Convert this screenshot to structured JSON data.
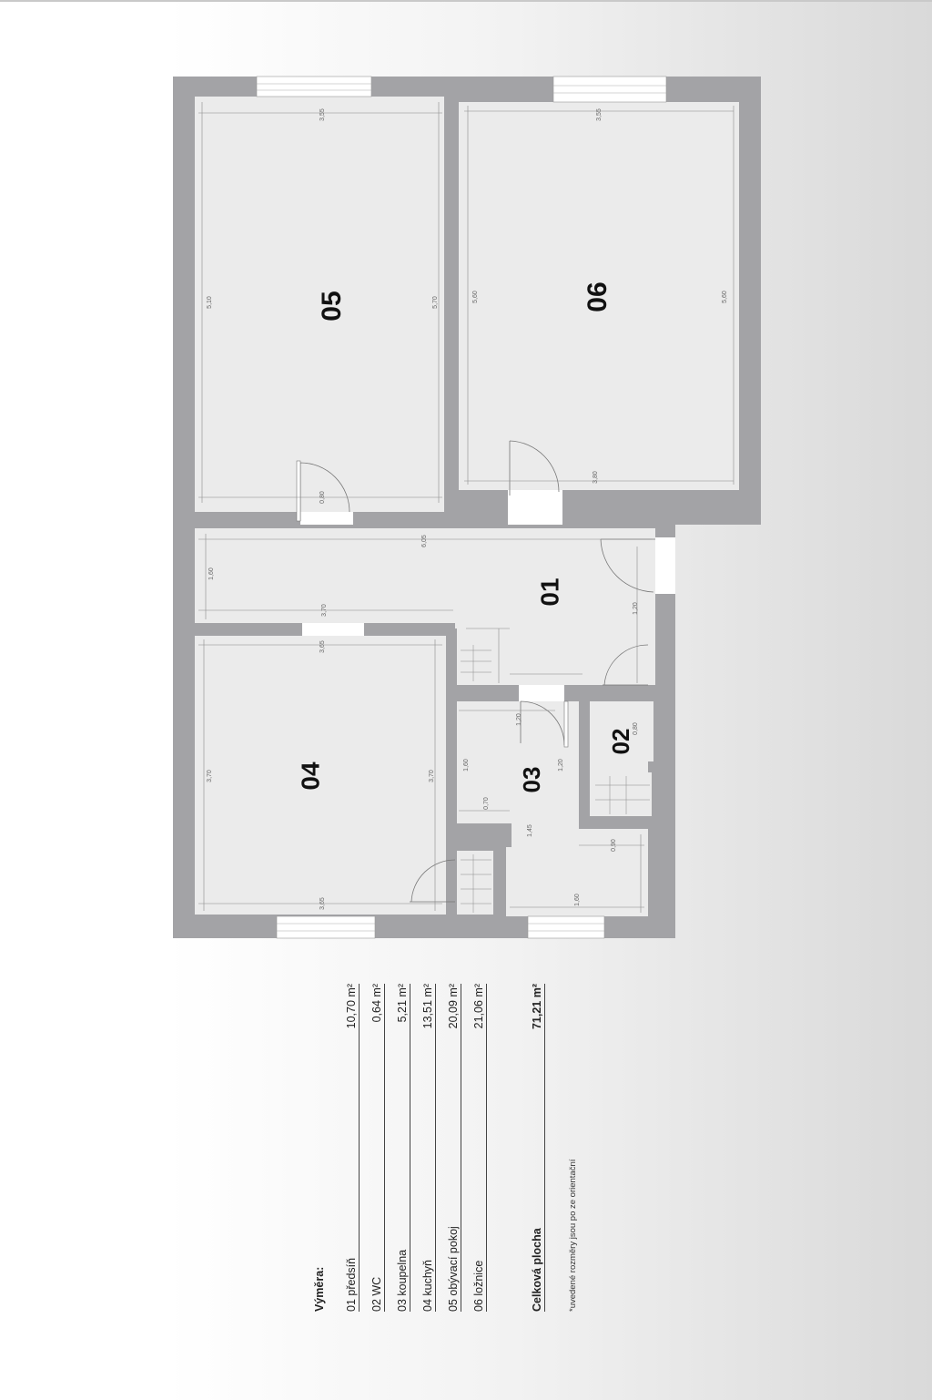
{
  "rooms": {
    "r01": "01",
    "r02": "02",
    "r03": "03",
    "r04": "04",
    "r05": "05",
    "r06": "06"
  },
  "dimensions": {
    "d05_top": "3,55",
    "d05_left": "5,10",
    "d05_right": "5,70",
    "d05_door": "0,80",
    "d06_top": "3,55",
    "d06_left": "5,60",
    "d06_right": "5,60",
    "d06_door": "3,80",
    "d01_long": "6,05",
    "d01_left": "1,60",
    "d01_mid": "3,70",
    "d01_door": "1,20",
    "d04_top": "3,65",
    "d04_left": "3,70",
    "d04_right": "3,70",
    "d04_bottom": "3,65",
    "d03_a": "1,60",
    "d03_b": "1,20",
    "d03_c": "0,70",
    "d03_d": "1,45",
    "d03_e": "1,60",
    "d03_f": "0,90",
    "d02_a": "1,20",
    "d02_b": "0,80"
  },
  "area_table": {
    "title": "Výměra:",
    "rows": [
      {
        "label": "01 předsíň",
        "value": "10,70 m²"
      },
      {
        "label": "02 WC",
        "value": "0,64 m²"
      },
      {
        "label": "03 koupelna",
        "value": "5,21 m²"
      },
      {
        "label": "04 kuchyň",
        "value": "13,51 m²"
      },
      {
        "label": "05 obývací pokoj",
        "value": "20,09 m²"
      },
      {
        "label": "06 ložnice",
        "value": "21,06 m²"
      }
    ],
    "total_label": "Celková plocha",
    "total_value": "71,21 m²",
    "note": "*uvedené rozměry jsou po ze orientační"
  },
  "colors": {
    "wall": "#a3a3a6",
    "floor": "#ebebeb",
    "line": "#555555"
  }
}
